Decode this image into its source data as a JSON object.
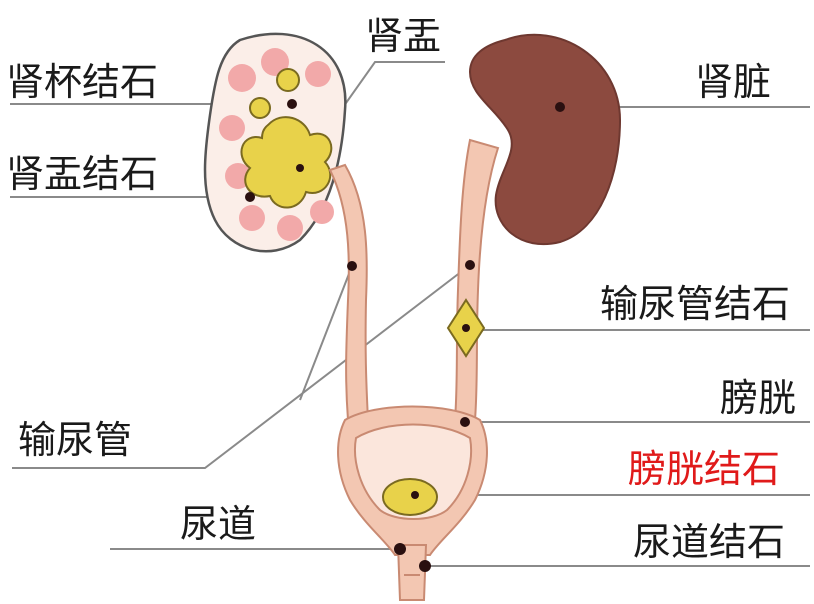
{
  "labels": {
    "renal_calyx_stone": "肾杯结石",
    "renal_pelvis": "肾盂",
    "renal_pelvis_stone": "肾盂结石",
    "kidney": "肾脏",
    "ureter_stone": "输尿管结石",
    "ureter": "输尿管",
    "bladder": "膀胱",
    "bladder_stone": "膀胱结石",
    "urethra": "尿道",
    "urethra_stone": "尿道结石"
  },
  "colors": {
    "kidney": "#8c4a3f",
    "tissue": "#f3c7b2",
    "tissue_dark": "#c98a72",
    "stone": "#e8d24a",
    "stone_dark": "#b59a2a",
    "highlight_label": "#e01a1a",
    "leader_line": "#888888"
  }
}
